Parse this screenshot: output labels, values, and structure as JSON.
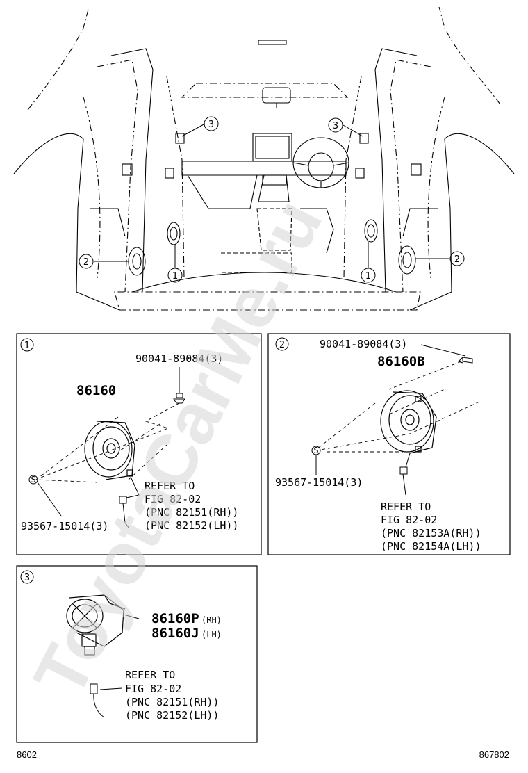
{
  "watermark": "ToyotaCarMe.ru",
  "overview": {
    "callouts": {
      "c1": "1",
      "c2": "2",
      "c3": "3"
    }
  },
  "panel1": {
    "badge": "1",
    "part": "86160",
    "screw": "90041-89084(3)",
    "clip": "93567-15014(3)",
    "clip_symbol": "S",
    "refer": [
      "REFER TO",
      "FIG 82-02",
      "(PNC 82151(RH))",
      "(PNC 82152(LH))"
    ]
  },
  "panel2": {
    "badge": "2",
    "part": "86160B",
    "screw": "90041-89084(3)",
    "clip": "93567-15014(3)",
    "clip_symbol": "S",
    "refer": [
      "REFER TO",
      "FIG 82-02",
      "(PNC 82153A(RH))",
      "(PNC 82154A(LH))"
    ]
  },
  "panel3": {
    "badge": "3",
    "part_rh": "86160P",
    "suffix_rh": "(RH)",
    "part_lh": "86160J",
    "suffix_lh": "(LH)",
    "refer": [
      "REFER TO",
      "FIG 82-02",
      "(PNC 82151(RH))",
      "(PNC 82152(LH))"
    ]
  },
  "footer": {
    "left": "8602",
    "right": "867802"
  }
}
